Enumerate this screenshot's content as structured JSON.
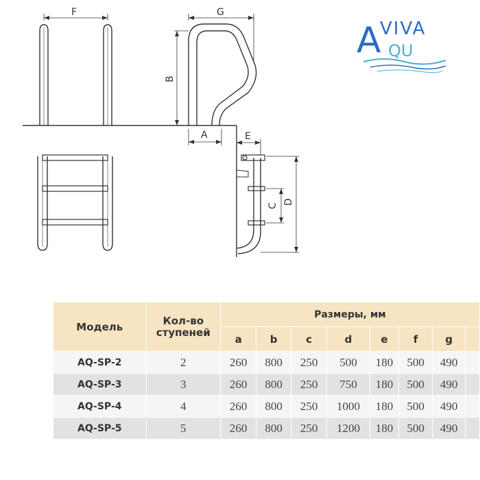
{
  "logo": {
    "top_text": "VIVA",
    "bottom_text": "QU",
    "letter_a": "A",
    "colors": {
      "blue": "#2b6cc4",
      "teal": "#4ab0c8"
    }
  },
  "drawing": {
    "labels": {
      "F": "F",
      "G": "G",
      "B": "B",
      "A": "A",
      "E": "E",
      "C": "C",
      "D": "D"
    }
  },
  "table": {
    "headers": {
      "model": "Модель",
      "steps_line1": "Кол-во",
      "steps_line2": "ступеней",
      "dimensions": "Размеры, мм",
      "columns": [
        "a",
        "b",
        "c",
        "d",
        "e",
        "f",
        "g"
      ]
    },
    "rows": [
      {
        "model": "AQ-SP-2",
        "steps": "2",
        "values": [
          "260",
          "800",
          "250",
          "500",
          "180",
          "500",
          "490"
        ]
      },
      {
        "model": "AQ-SP-3",
        "steps": "3",
        "values": [
          "260",
          "800",
          "250",
          "750",
          "180",
          "500",
          "490"
        ]
      },
      {
        "model": "AQ-SP-4",
        "steps": "4",
        "values": [
          "260",
          "800",
          "250",
          "1000",
          "180",
          "500",
          "490"
        ]
      },
      {
        "model": "AQ-SP-5",
        "steps": "5",
        "values": [
          "260",
          "800",
          "250",
          "1200",
          "180",
          "500",
          "490"
        ]
      }
    ],
    "colors": {
      "header_bg": "#f7e4c2",
      "row_light": "#f5f5f5",
      "row_dark": "#e2e2e2"
    }
  }
}
